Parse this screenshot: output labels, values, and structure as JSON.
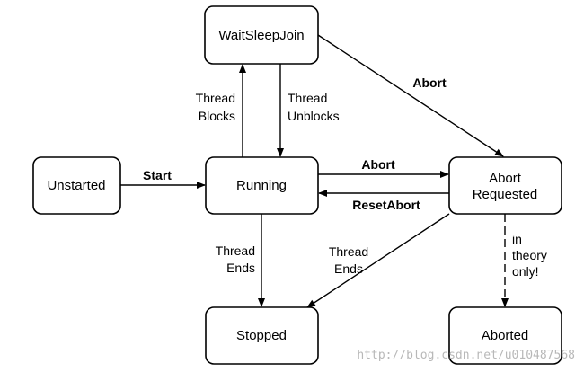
{
  "states": {
    "wait_sleep_join": "WaitSleepJoin",
    "unstarted": "Unstarted",
    "running": "Running",
    "abort_requested_1": "Abort",
    "abort_requested_2": "Requested",
    "stopped": "Stopped",
    "aborted": "Aborted"
  },
  "transitions": {
    "start": "Start",
    "thread_blocks_1": "Thread",
    "thread_blocks_2": "Blocks",
    "thread_unblocks_1": "Thread",
    "thread_unblocks_2": "Unblocks",
    "abort_from_wait": "Abort",
    "abort_from_running": "Abort",
    "reset_abort": "ResetAbort",
    "thread_ends_running_1": "Thread",
    "thread_ends_running_2": "Ends",
    "thread_ends_abort_1": "Thread",
    "thread_ends_abort_2": "Ends",
    "in_theory_1": "in",
    "in_theory_2": "theory",
    "in_theory_3": "only!"
  },
  "watermark": "http://blog.csdn.net/u010487568"
}
